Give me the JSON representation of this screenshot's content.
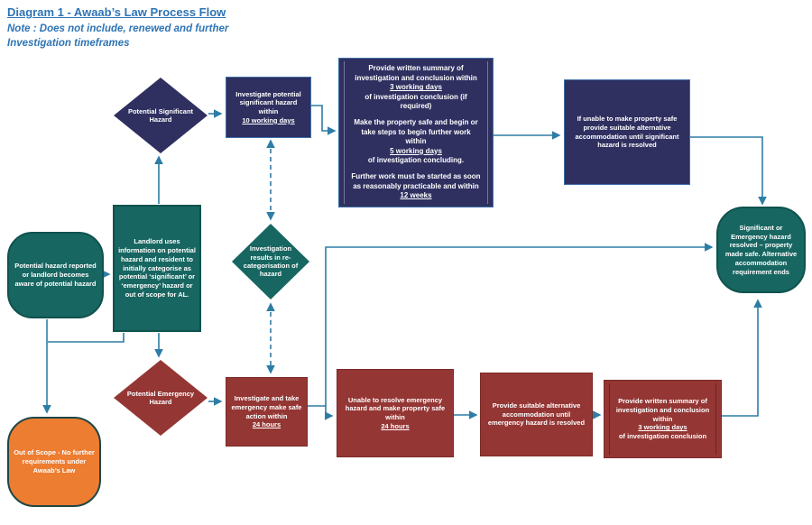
{
  "title": "Diagram 1 - Awaab’s Law Process Flow",
  "note": "Note : Does not include, renewed and further\nInvestigation timeframes",
  "colors": {
    "teal": "#176661",
    "navy": "#2F3060",
    "red": "#943634",
    "orange": "#ED7D31",
    "line": "#2E7DA6",
    "title": "#2E74B5"
  },
  "nodes": {
    "start": {
      "text": "Potential hazard reported or landlord becomes aware of potential hazard"
    },
    "landlord": {
      "text": "Landlord uses information on potential hazard and resident to initially categorise as potential ‘significant’ or ‘emergency’ hazard or out of scope for AL."
    },
    "sig_diamond": {
      "text": "Potential Significant Hazard"
    },
    "emerg_diamond": {
      "text": "Potential Emergency Hazard"
    },
    "recat_diamond": {
      "text": "Investigation results in re-categorisation of hazard"
    },
    "invest_sig": {
      "paras": [
        [
          {
            "t": "Investigate potential significant hazard within"
          },
          {
            "t": "10 working days",
            "u": true,
            "b": true
          }
        ]
      ]
    },
    "summary_big": {
      "paras": [
        [
          {
            "t": "Provide written summary of investigation and conclusion within"
          },
          {
            "t": "3 working days",
            "u": true,
            "b": true
          },
          {
            "t": "of investigation conclusion (if required)",
            "b": true
          }
        ],
        [
          {
            "t": "Make the property safe and begin or take steps to begin further work within"
          },
          {
            "t": "5 working days",
            "u": true,
            "b": true
          },
          {
            "t": "of investigation concluding.",
            "b": true
          }
        ],
        [
          {
            "t": "Further work must be started as soon as reasonably practicable and within "
          },
          {
            "t": "12 weeks",
            "u": true
          }
        ]
      ]
    },
    "if_unable": {
      "text": "If unable to make property safe provide suitable alternative accommodation until significant hazard is resolved"
    },
    "resolved": {
      "text": "Significant or Emergency hazard resolved – property made safe. Alternative accommodation requirement ends"
    },
    "invest_emerg": {
      "paras": [
        [
          {
            "t": "Investigate and take emergency make safe action within"
          },
          {
            "t": "24 hours",
            "u": true,
            "b": true
          }
        ]
      ]
    },
    "unable_24": {
      "paras": [
        [
          {
            "t": "Unable to resolve emergency hazard and make property safe within"
          },
          {
            "t": "24 hours",
            "u": true,
            "b": true
          }
        ]
      ]
    },
    "alt_accom": {
      "text": "Provide suitable alternative accommodation until emergency hazard is resolved"
    },
    "written_summary": {
      "paras": [
        [
          {
            "t": "Provide written summary of investigation and conclusion within"
          },
          {
            "t": "3 working days",
            "u": true,
            "b": true
          },
          {
            "t": "of investigation conclusion",
            "b": true
          }
        ]
      ]
    },
    "out_of_scope": {
      "text": "Out of Scope - No further requirements under Awaab’s Law"
    }
  }
}
